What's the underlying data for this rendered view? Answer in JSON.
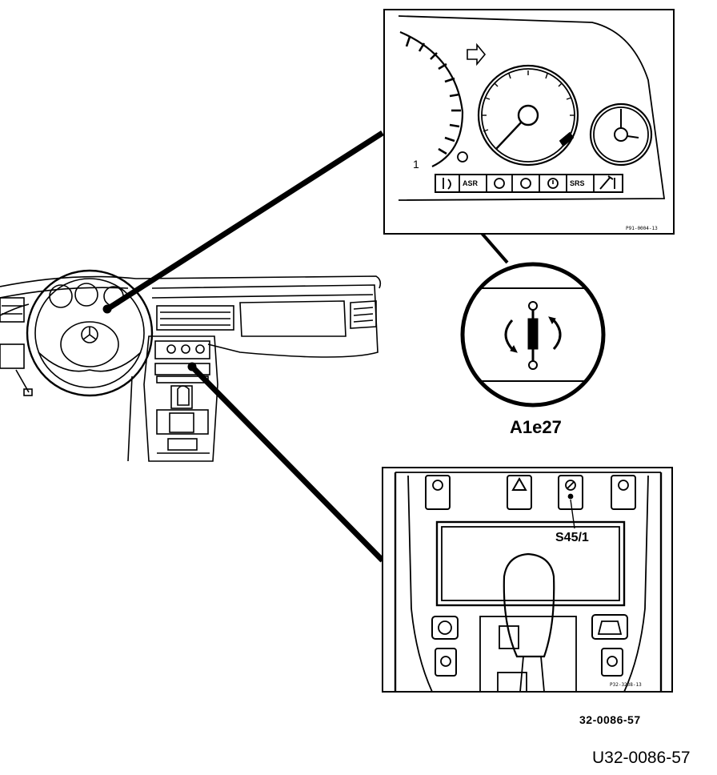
{
  "labels": {
    "symbol_callout": "A1e27",
    "switch_callout": "S45/1",
    "drawing_code_small": "32-0086-57",
    "drawing_code_large": "U32-0086-57",
    "cluster_ref": "P91-0004-13",
    "console_ref": "P32-3238-13"
  },
  "warning_lamps": {
    "asr": "ASR",
    "srs": "SRS"
  },
  "icons": [
    "steering-wheel-icon",
    "mercedes-star-icon",
    "asr-icon",
    "srs-icon",
    "hazard-icon",
    "wrench-icon",
    "level-control-icon"
  ]
}
